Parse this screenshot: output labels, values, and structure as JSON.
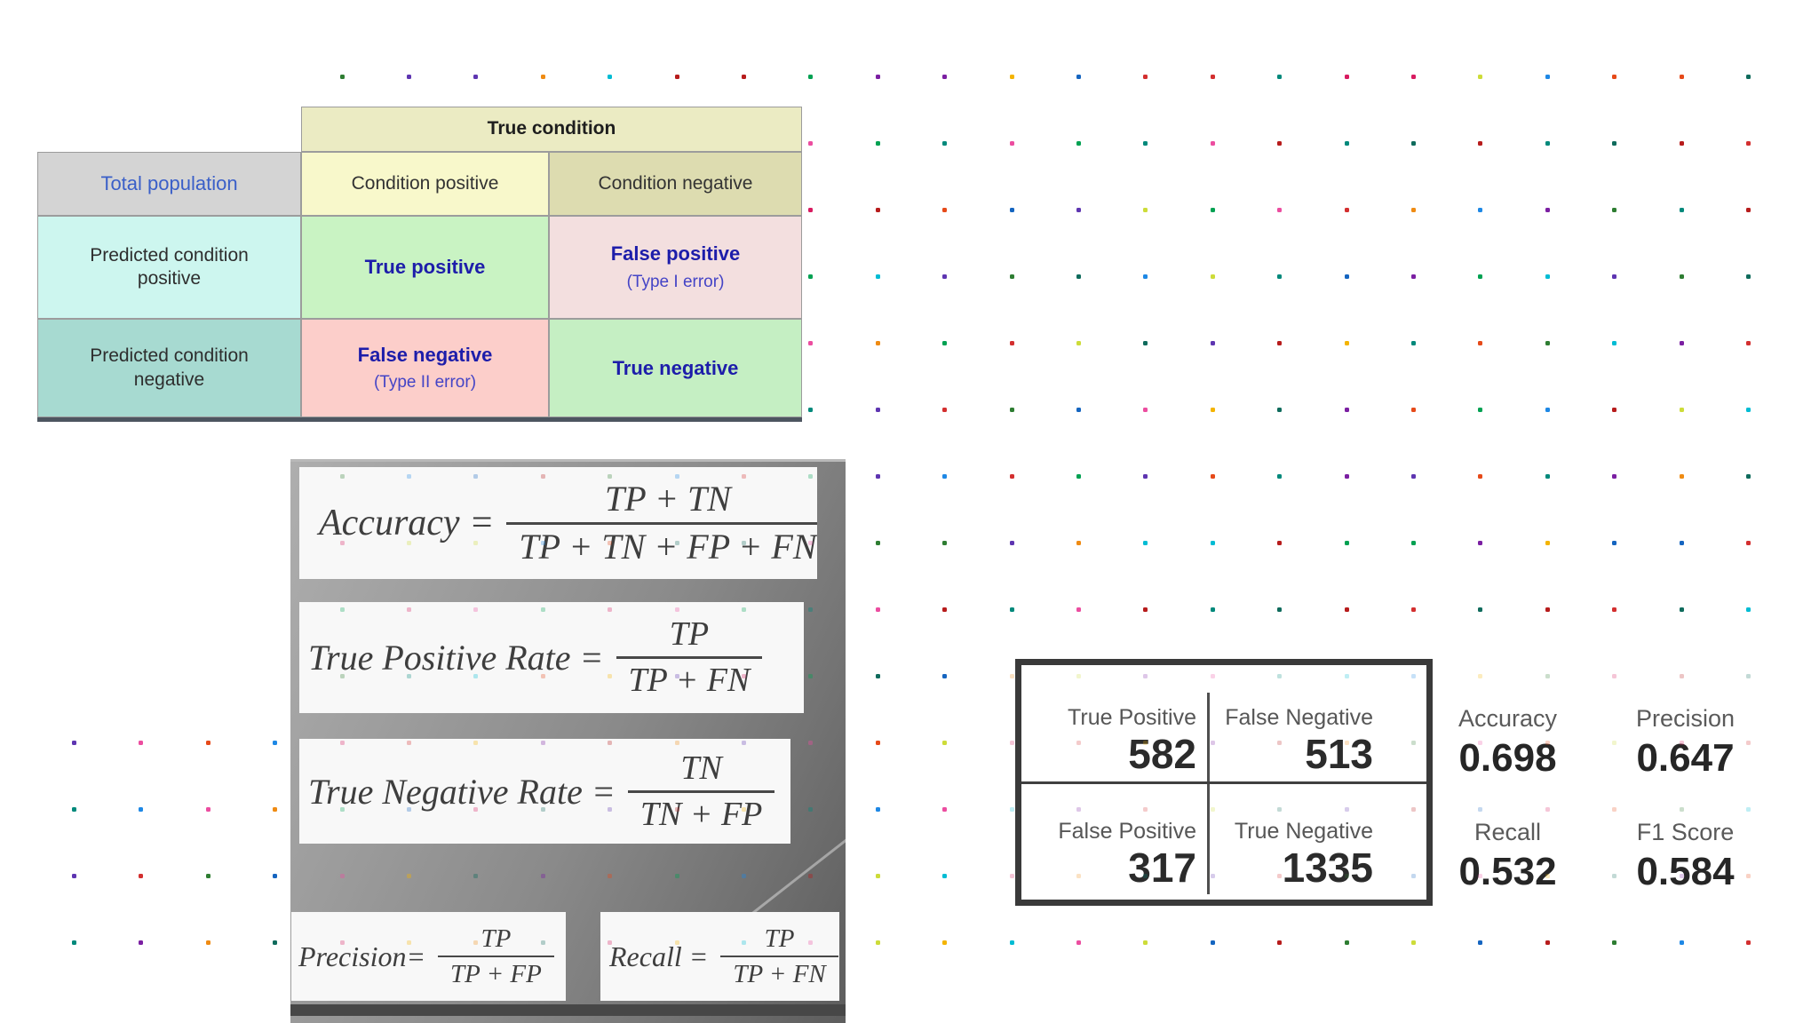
{
  "confusion_table": {
    "header": "True condition",
    "corner": "Total population",
    "col_headers": [
      "Condition positive",
      "Condition negative"
    ],
    "row_headers": [
      "Predicted condition positive",
      "Predicted condition negative"
    ],
    "cells": [
      {
        "label": "True positive",
        "note": ""
      },
      {
        "label": "False positive",
        "note": "(Type I error)"
      },
      {
        "label": "False negative",
        "note": "(Type II error)"
      },
      {
        "label": "True negative",
        "note": ""
      }
    ],
    "colors": {
      "header_bg": "#ebebc3",
      "corner_bg": "#d4d4d4",
      "condition_positive_bg": "#f8f8cb",
      "condition_negative_bg": "#dddcb0",
      "predicted_positive_bg": "#cdf6ef",
      "predicted_negative_bg": "#a7dad1",
      "true_positive_bg": "#c9f3c3",
      "false_positive_bg": "#f3dfdf",
      "false_negative_bg": "#fcceca",
      "true_negative_bg": "#c5efc3",
      "link_blue": "#3a5fc8",
      "bold_blue": "#1d1daa"
    }
  },
  "formulas": [
    {
      "label": "Accuracy =",
      "num": "TP + TN",
      "den": "TP + TN + FP + FN"
    },
    {
      "label": "True Positive Rate =",
      "num": "TP",
      "den": "TP + FN"
    },
    {
      "label": "True Negative Rate =",
      "num": "TN",
      "den": "TN + FP"
    },
    {
      "label": "Precision=",
      "num": "TP",
      "den": "TP + FP"
    },
    {
      "label": "Recall =",
      "num": "TP",
      "den": "TP + FN"
    }
  ],
  "results": {
    "matrix": [
      {
        "label": "True Positive",
        "value": "582"
      },
      {
        "label": "False Negative",
        "value": "513"
      },
      {
        "label": "False Positive",
        "value": "317"
      },
      {
        "label": "True Negative",
        "value": "1335"
      }
    ],
    "metrics": [
      {
        "label": "Accuracy",
        "value": "0.698"
      },
      {
        "label": "Precision",
        "value": "0.647"
      },
      {
        "label": "Recall",
        "value": "0.532"
      },
      {
        "label": "F1 Score",
        "value": "0.584"
      }
    ]
  },
  "dot_palette": [
    "#b71c1c",
    "#d32f2f",
    "#e64a19",
    "#ef8b13",
    "#f4b400",
    "#cddc39",
    "#2e7d32",
    "#00a152",
    "#00897b",
    "#0f6b5c",
    "#00bcd4",
    "#1565c0",
    "#1e88e5",
    "#5e35b1",
    "#7b1fa2",
    "#d81b60",
    "#ec4da0"
  ]
}
